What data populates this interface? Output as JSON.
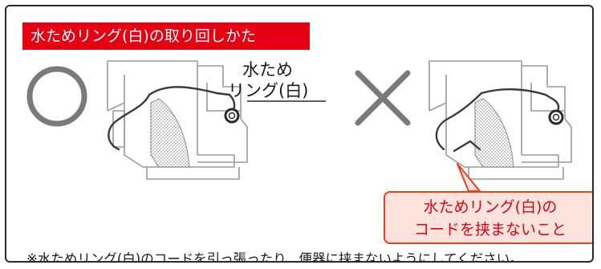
{
  "title": "水ためリング(白)の取り回しかた",
  "ring_label": {
    "line1": "水ため",
    "line2": "リング(白)"
  },
  "correct_symbol": "circle-mark",
  "wrong_symbol": "cross-mark",
  "warning": {
    "line1": "水ためリング(白)の",
    "line2": "コードを挟まないこと"
  },
  "footnote": "※水ためリング(白)のコードを引っ張ったり、便器に挟まないようにしてください。",
  "colors": {
    "title_bg": "#e50012",
    "warning_text": "#e50012",
    "warning_bg": "#fde3dc",
    "warning_border": "#e8401c"
  }
}
